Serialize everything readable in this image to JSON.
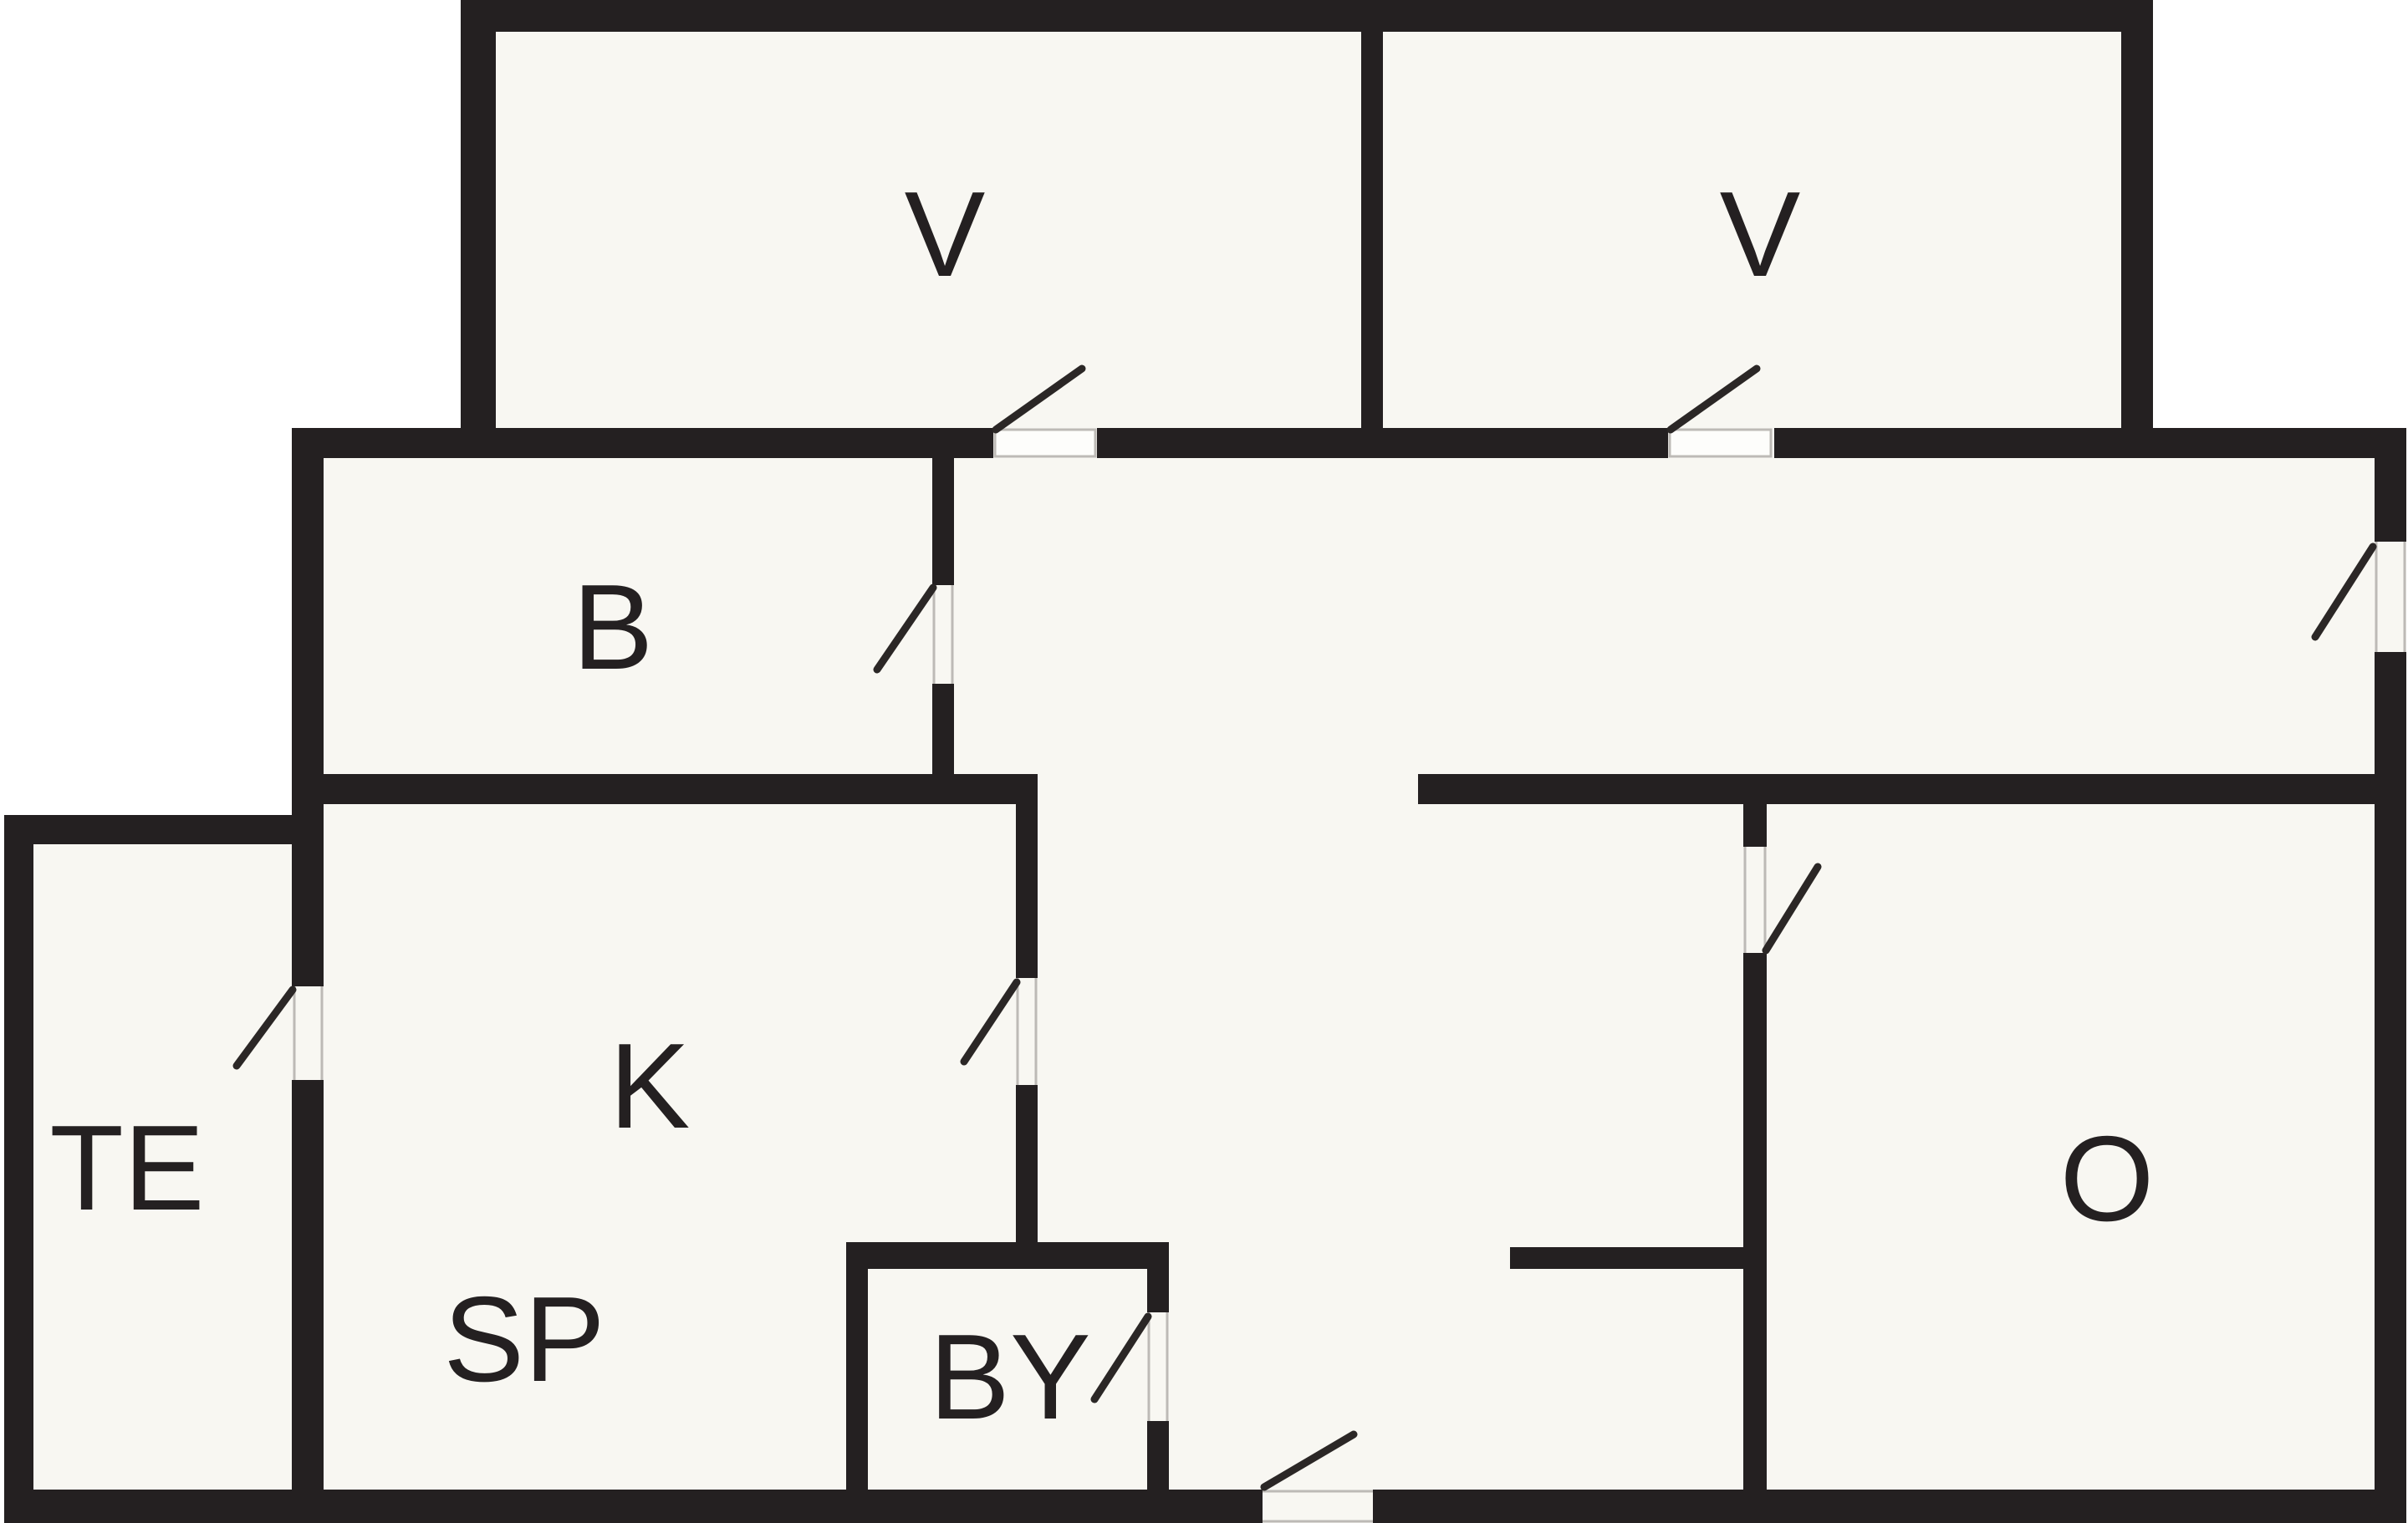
{
  "palette": {
    "wall": "#242021",
    "floor": "#f8f7f2",
    "outside": "#ffffff",
    "door_line": "#bdbab6",
    "swing": "#2b2726",
    "label": "#242021"
  },
  "rooms": [
    {
      "id": "v1",
      "label": "V"
    },
    {
      "id": "v2",
      "label": "V"
    },
    {
      "id": "b",
      "label": "B"
    },
    {
      "id": "te",
      "label": "TE"
    },
    {
      "id": "k",
      "label": "K"
    },
    {
      "id": "sp",
      "label": "SP"
    },
    {
      "id": "by",
      "label": "BY"
    },
    {
      "id": "o",
      "label": "O"
    }
  ],
  "doors": [
    {
      "id": "v1-door"
    },
    {
      "id": "v2-door"
    },
    {
      "id": "b-door"
    },
    {
      "id": "te-door"
    },
    {
      "id": "k-door"
    },
    {
      "id": "o-door"
    },
    {
      "id": "by-door"
    },
    {
      "id": "hall-right-door"
    },
    {
      "id": "entrance-door"
    }
  ]
}
